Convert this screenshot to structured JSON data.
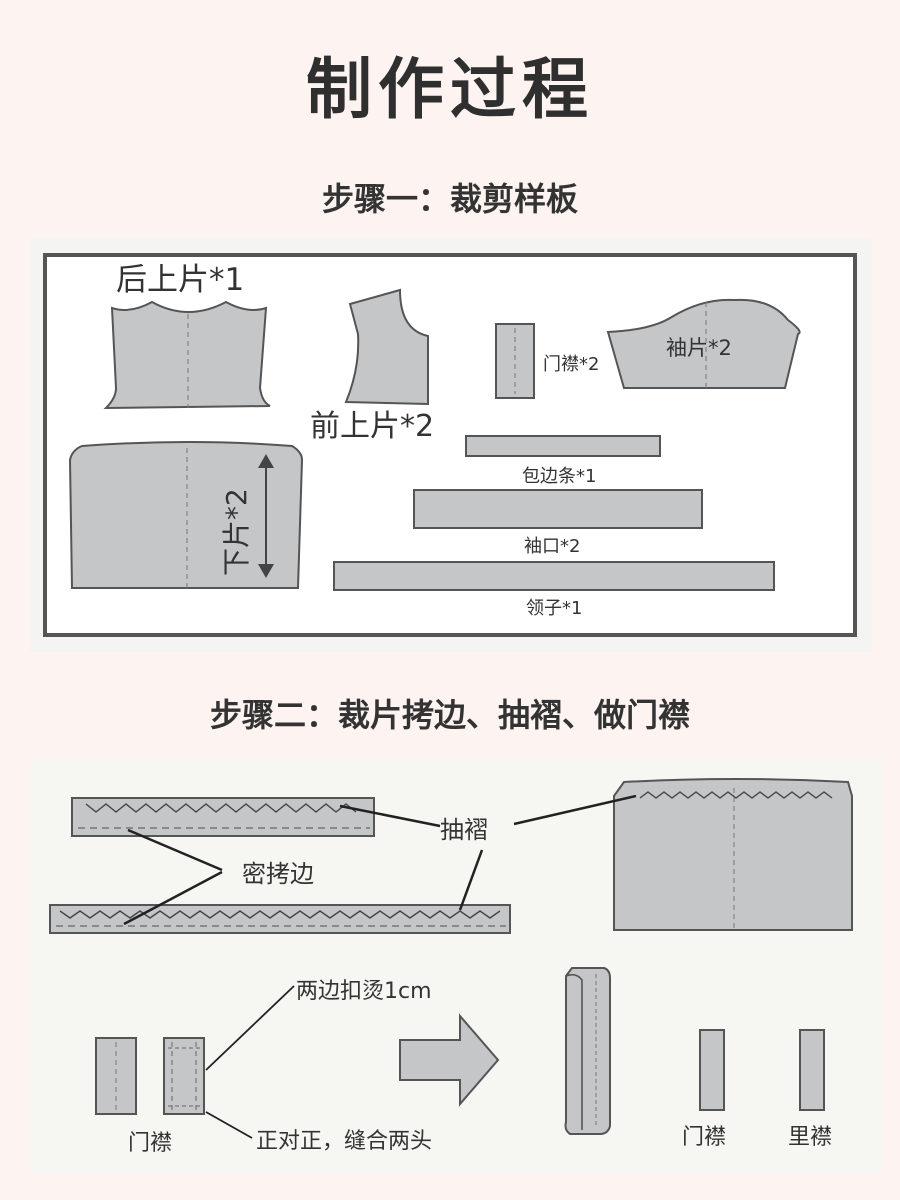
{
  "header": {
    "title": "制作过程"
  },
  "step1": {
    "title": "步骤一：裁剪样板",
    "labels": {
      "back_upper": "后上片*1",
      "front_upper": "前上片*2",
      "placket": "门襟*2",
      "sleeve": "袖片*2",
      "lower": "下片*2",
      "binding": "包边条*1",
      "cuff": "袖口*2",
      "collar": "领子*1"
    }
  },
  "step2": {
    "title": "步骤二：裁片拷边、抽褶、做门襟",
    "labels": {
      "gather": "抽褶",
      "overlock": "密拷边",
      "press": "两边扣烫1cm",
      "sew_ends": "正对正，缝合两头",
      "placket": "门襟",
      "placket_left": "门襟",
      "placket_lining": "里襟"
    }
  },
  "colors": {
    "background": "#fdf4f1",
    "piece_fill": "#c4c6c8",
    "piece_stroke": "#555555",
    "frame": "#555555"
  },
  "icons": {
    "arrow": "right-arrow-icon"
  }
}
